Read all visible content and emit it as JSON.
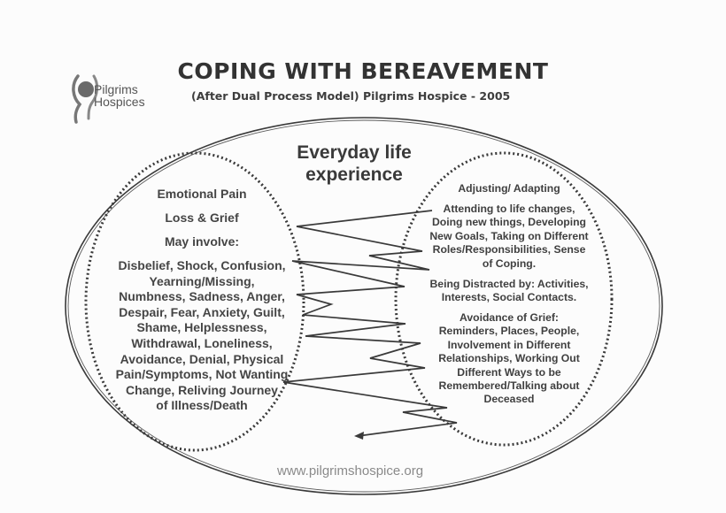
{
  "header": {
    "title": "COPING WITH BEREAVEMENT",
    "subtitle": "(After Dual Process Model) Pilgrims Hospice - 2005"
  },
  "logo": {
    "icon": "person-arms-raised-icon",
    "line1": "Pilgrims",
    "line2": "Hospices"
  },
  "diagram": {
    "center_label": {
      "line1": "Everyday life",
      "line2": "experience"
    },
    "left_circle": {
      "heading1": "Emotional Pain",
      "heading2": "Loss & Grief",
      "heading3": "May involve:",
      "lines": [
        "Disbelief, Shock, Confusion,",
        "Yearning/Missing,",
        "Numbness, Sadness, Anger,",
        "Despair, Fear, Anxiety, Guilt,",
        "Shame, Helplessness,",
        "Withdrawal, Loneliness,",
        "Avoidance, Denial, Physical",
        "Pain/Symptoms, Not Wanting",
        "Change, Reliving Journey",
        "of Illness/Death"
      ]
    },
    "right_circle": {
      "heading": "Adjusting/ Adapting",
      "section1": [
        "Attending to life changes,",
        "Doing new things, Developing",
        "New Goals, Taking on Different",
        "Roles/Responsibilities, Sense",
        "of Coping."
      ],
      "section2": [
        "Being Distracted by: Activities,",
        "Interests, Social Contacts."
      ],
      "section3": [
        "Avoidance of Grief:",
        "Reminders, Places, People,",
        "Involvement in Different",
        "Relationships, Working Out",
        "Different Ways to be",
        "Remembered/Talking about",
        "Deceased"
      ]
    },
    "oscillation_line": {
      "description": "zigzag arrow oscillating between loss and restoration orientations",
      "arrow_end": "left"
    },
    "colors": {
      "line": "#3a3a3a",
      "text": "#404040",
      "url": "#8a8a8a"
    }
  },
  "footer": {
    "url": "www.pilgrimshospice.org"
  }
}
